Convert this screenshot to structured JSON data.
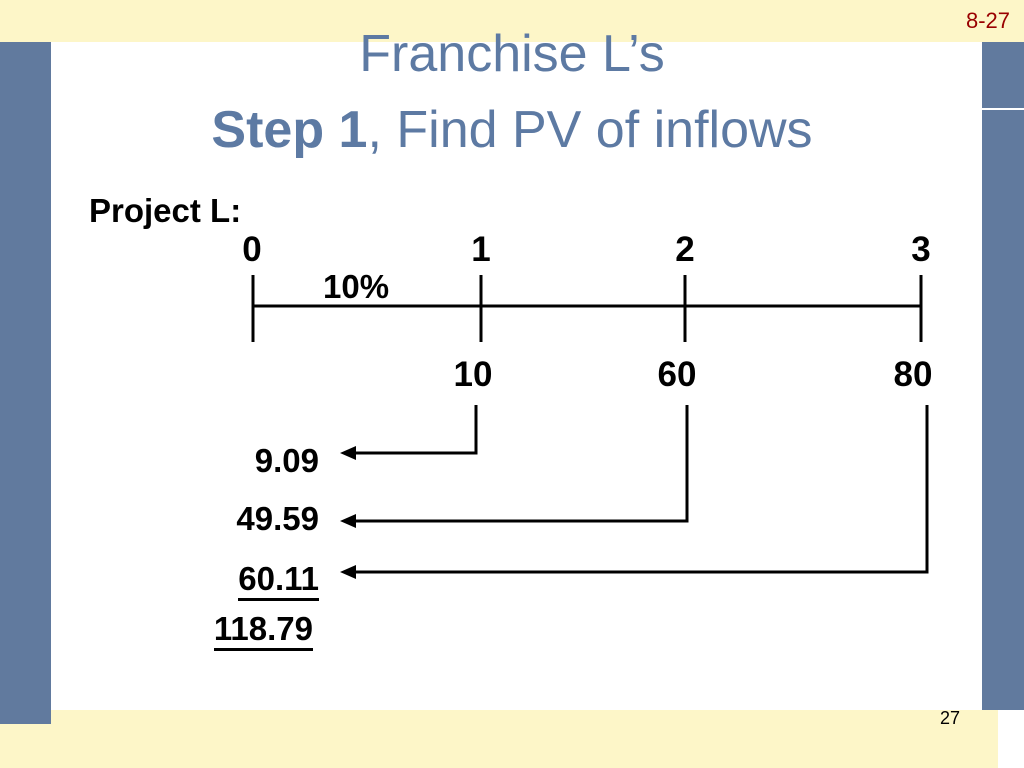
{
  "slide_ref": "8-27",
  "title": {
    "line1": "Franchise L’s",
    "line2_bold": "Step 1",
    "line2_rest": ", Find PV of inflows"
  },
  "project_label": "Project L:",
  "timeline": {
    "periods": [
      "0",
      "1",
      "2",
      "3"
    ],
    "rate": "10%",
    "cash_flows": [
      "10",
      "60",
      "80"
    ]
  },
  "present_values": [
    "9.09",
    "49.59",
    "60.11"
  ],
  "total_pv": "118.79",
  "page_number": "27",
  "colors": {
    "accent_blue": "#617a9e",
    "title_blue": "#5d7aa3",
    "cream": "#fdf6c8",
    "ref_red": "#990000"
  }
}
